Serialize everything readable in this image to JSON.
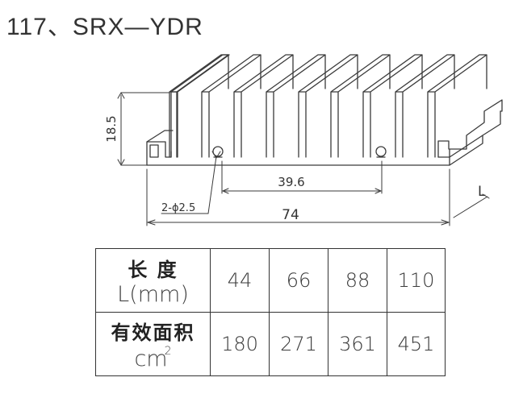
{
  "title": "117、SRX—YDR",
  "drawing": {
    "height_dim": "18.5",
    "hole_spacing_dim": "39.6",
    "hole_label": "2-ϕ2.5",
    "width_dim": "74",
    "length_label": "L"
  },
  "table": {
    "row1": {
      "header_top": "长   度",
      "header_bottom": "L(mm)",
      "values": [
        "44",
        "66",
        "88",
        "110"
      ]
    },
    "row2": {
      "header_top": "有效面积",
      "header_bottom": "cm",
      "header_sup": "2",
      "values": [
        "180",
        "271",
        "361",
        "451"
      ]
    }
  }
}
